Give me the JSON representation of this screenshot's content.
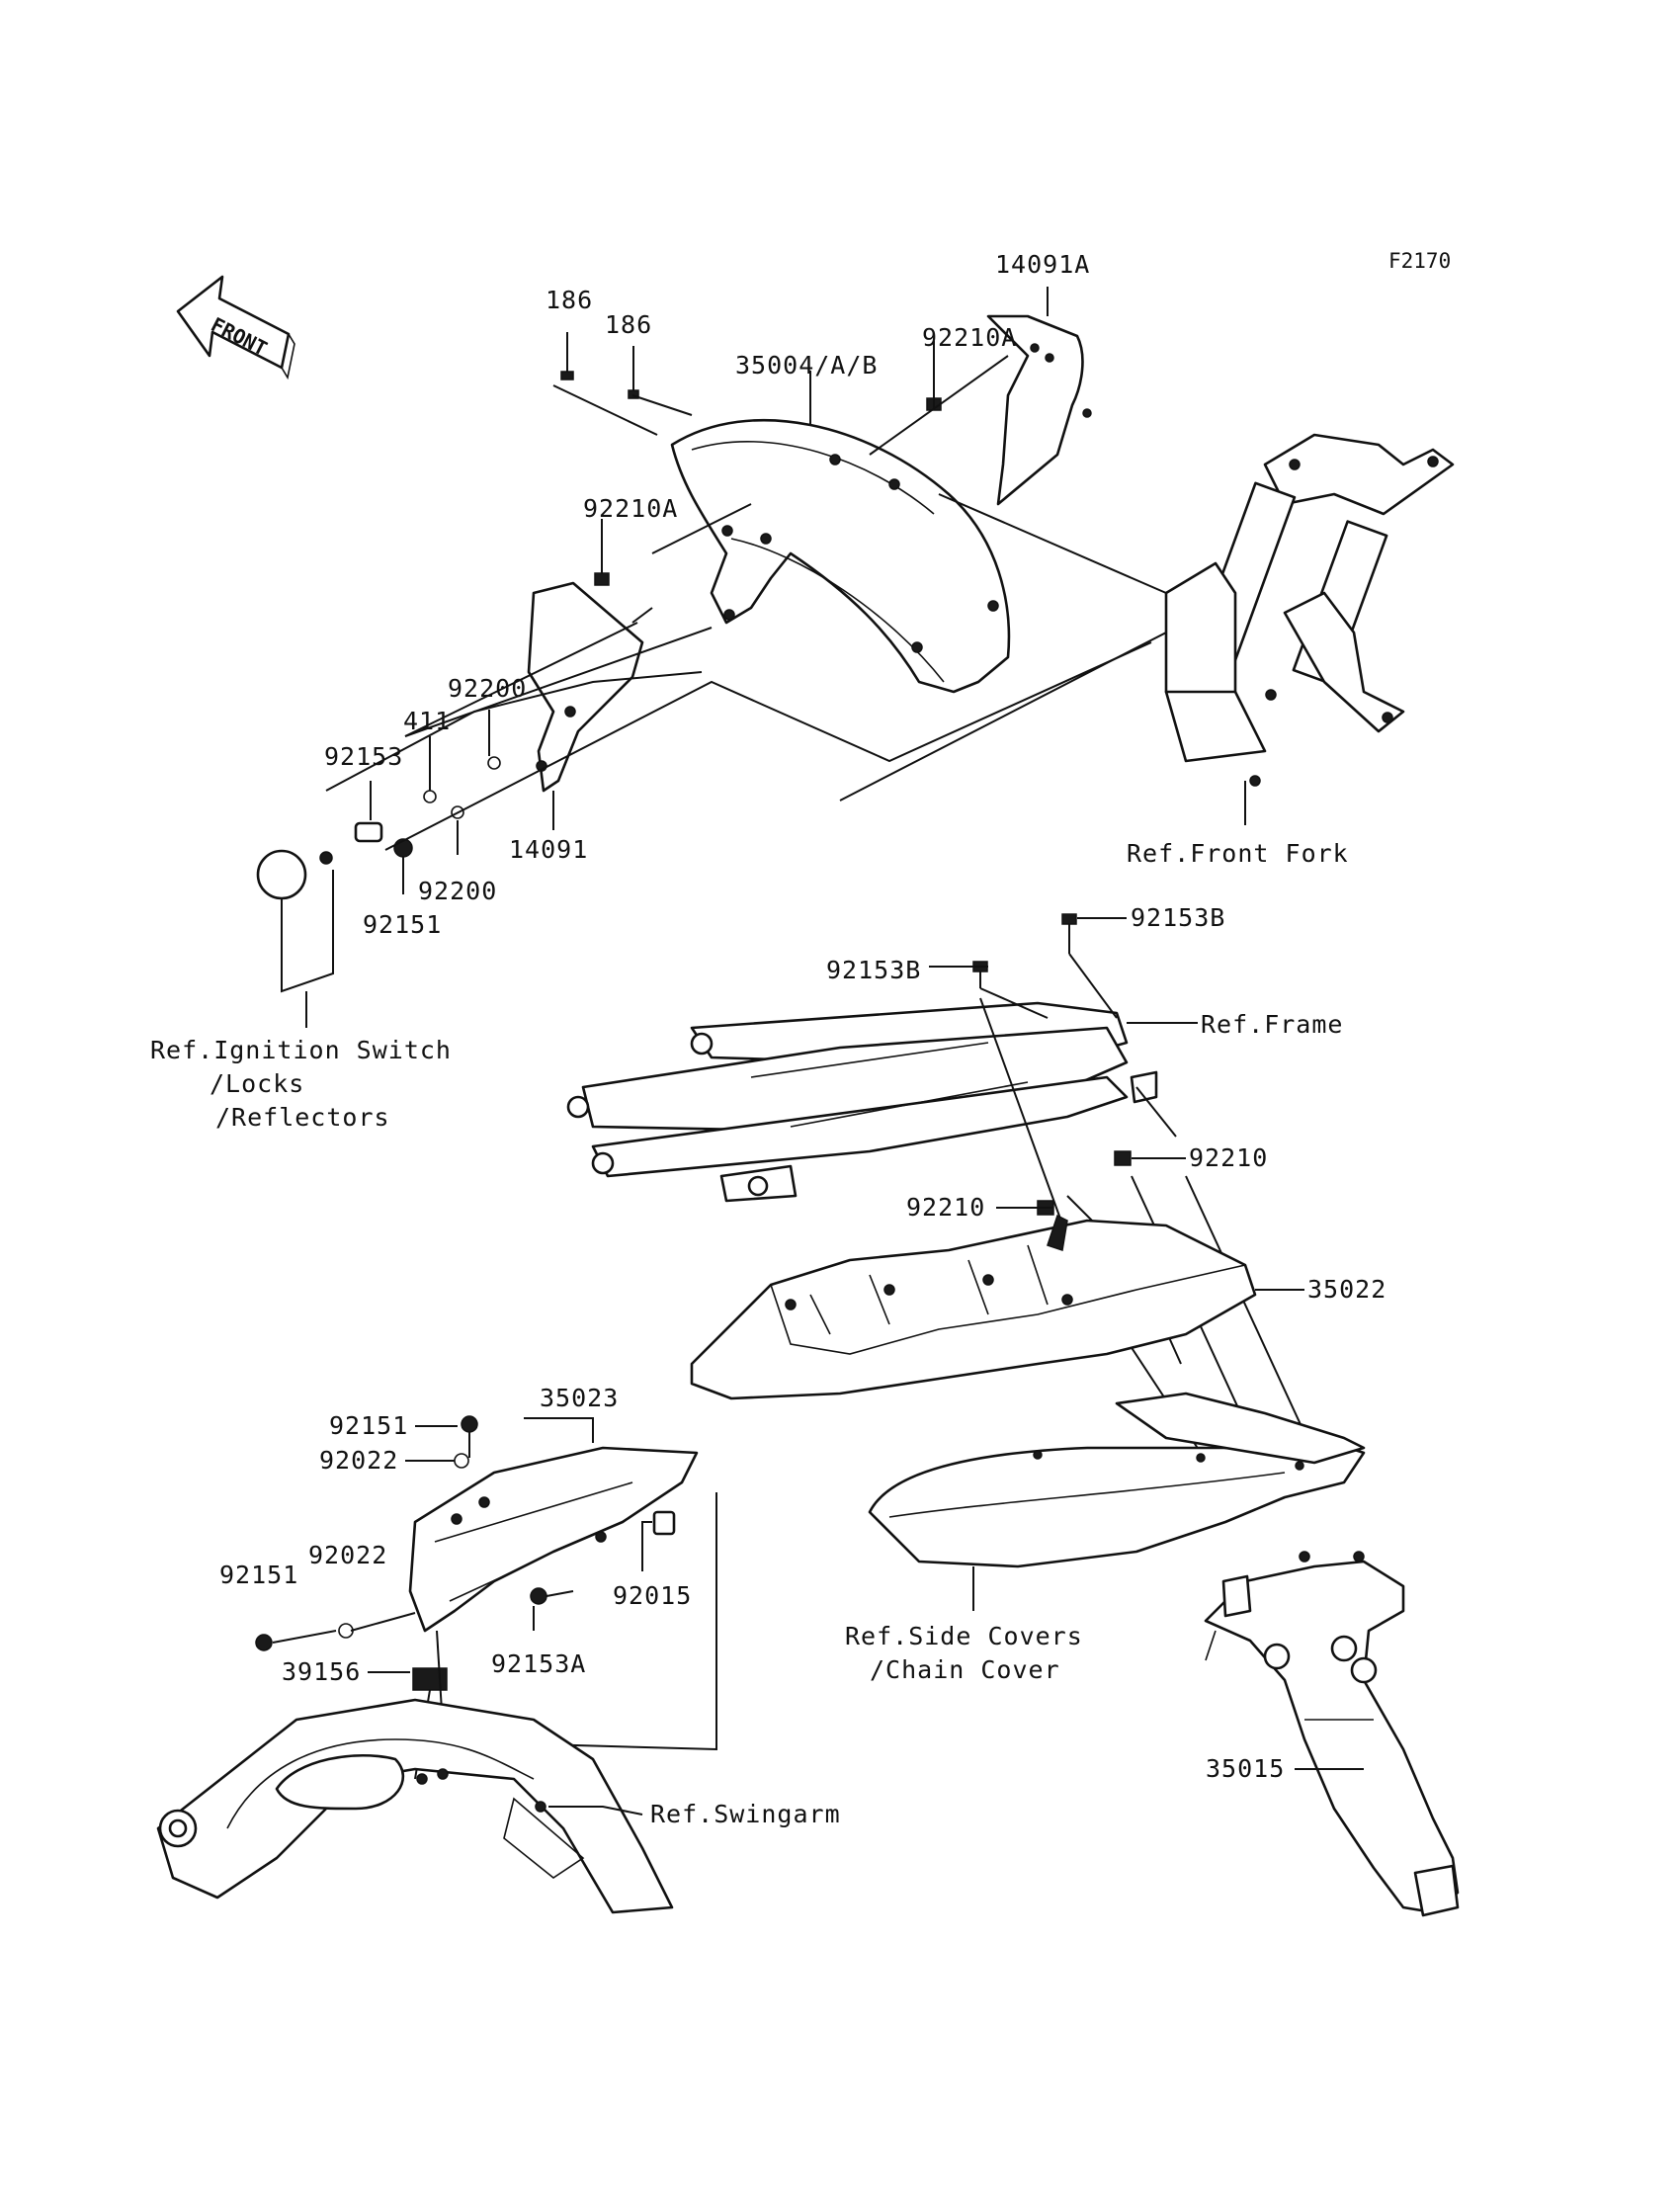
{
  "figure_code": "F2170",
  "front_arrow_label": "FRONT",
  "parts": {
    "p186a": "186",
    "p186b": "186",
    "p35004": "35004/A/B",
    "p92210A_top": "92210A",
    "p14091A": "14091A",
    "p92210A_mid": "92210A",
    "p92200_top": "92200",
    "p411": "411",
    "p92153": "92153",
    "p14091": "14091",
    "p92200_bot": "92200",
    "p92151_top": "92151",
    "p92153B_right": "92153B",
    "p92153B_left": "92153B",
    "p92210_right": "92210",
    "p92210_left": "92210",
    "p35022": "35022",
    "p35023": "35023",
    "p92151_mid": "92151",
    "p92022_a": "92022",
    "p92022_b": "92022",
    "p92151_low": "92151",
    "p92015": "92015",
    "p92153A": "92153A",
    "p39156": "39156",
    "p35015": "35015"
  },
  "refs": {
    "front_fork": "Ref.Front Fork",
    "frame": "Ref.Frame",
    "ignition_1": "Ref.Ignition Switch",
    "ignition_2": "/Locks",
    "ignition_3": "/Reflectors",
    "side_covers_1": "Ref.Side Covers",
    "side_covers_2": "/Chain Cover",
    "swingarm": "Ref.Swingarm"
  }
}
